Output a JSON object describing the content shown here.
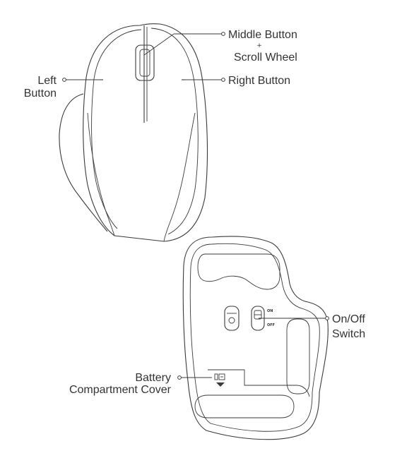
{
  "labels": {
    "middle_line1": "Middle Button",
    "middle_plus": "+",
    "middle_line2": "Scroll Wheel",
    "left_line1": "Left",
    "left_line2": "Button",
    "right": "Right Button",
    "onoff_line1": "On/Off",
    "onoff_line2": "Switch",
    "battery_line1": "Battery",
    "battery_line2": "Compartment Cover",
    "switch_on": "ON",
    "switch_off": "OFF"
  },
  "icons": [
    "mouse-top-view",
    "mouse-bottom-view",
    "scroll-wheel-icon",
    "power-switch-icon",
    "sensor-icon",
    "battery-icon",
    "arrow-down-icon"
  ]
}
